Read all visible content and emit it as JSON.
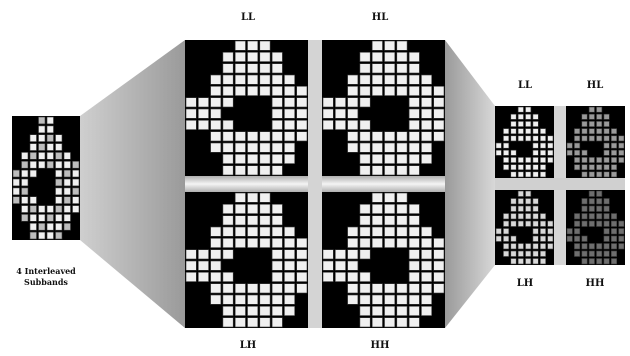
{
  "title": "",
  "left_image": {
    "caption_line1": "4 Interleaved",
    "caption_line2": "Subbands"
  },
  "center_labels": {
    "ll": "LL",
    "hl": "HL",
    "lh": "LH",
    "hh": "HH"
  },
  "right_labels": {
    "ll": "LL",
    "hl": "HL",
    "lh": "LH",
    "hh": "HH"
  },
  "colors": {
    "panel_bg": "#000000",
    "block_bright": "#f0f0f0",
    "block_outline": "#3a3a3a",
    "fan_light": "#e6e6e6",
    "fan_dark": "#9c9c9c",
    "hl_tone": "#9a9a9a",
    "hh_tone": "#6e6e6e"
  }
}
